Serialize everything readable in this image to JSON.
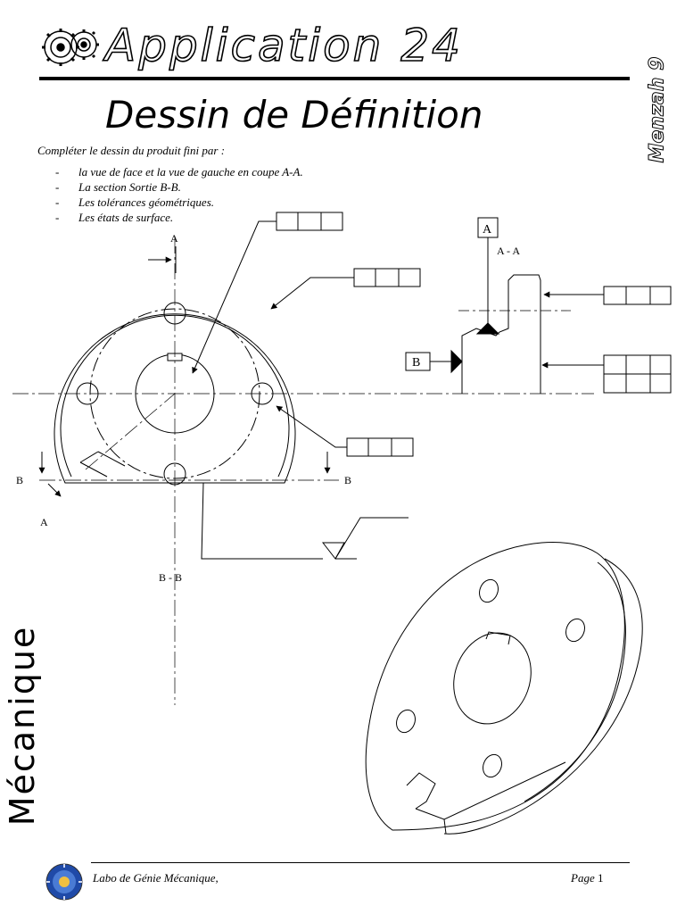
{
  "header": {
    "title": "Application 24",
    "vertical_label": "Menzah 9"
  },
  "document": {
    "title": "Dessin de Définition",
    "intro": "Compléter le dessin du produit fini par :",
    "tasks": [
      "la vue de face et la vue de gauche en coupe A-A.",
      "La section Sortie B-B.",
      "Les tolérances géométriques.",
      "Les états de surface."
    ]
  },
  "drawing": {
    "front_view": {
      "section_a_top": "A",
      "section_a_bottom": "A",
      "section_b_left": "B",
      "section_b_right": "B"
    },
    "side_view": {
      "section_title": "A - A",
      "datum_a": "A",
      "datum_b": "B"
    },
    "section_bb_label": "B - B"
  },
  "side_label": "Mécanique",
  "footer": {
    "lab": "Labo de Génie Mécanique,",
    "page_label": "Page",
    "page_number": "1"
  }
}
